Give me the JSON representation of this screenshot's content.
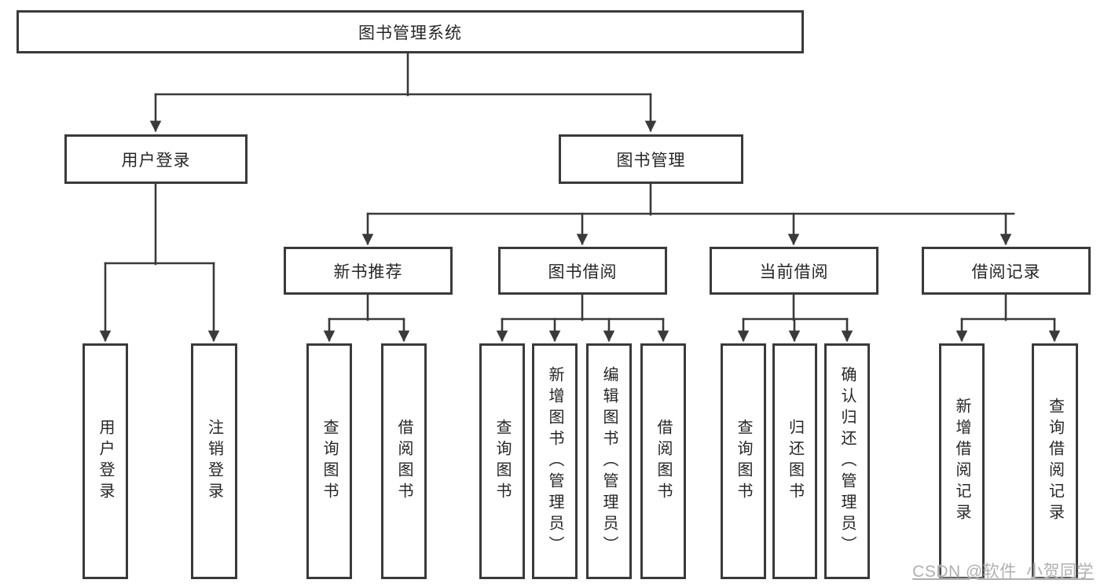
{
  "colors": {
    "line": "#3a3a3a",
    "box_border": "#3a3a3a",
    "box_fill": "#ffffff",
    "text": "#262626",
    "watermark": "#b0b0b0",
    "background": "#ffffff"
  },
  "diagram": {
    "root": {
      "label": "图书管理系统"
    },
    "branches": [
      {
        "label": "用户登录",
        "children": [
          {
            "label": "用户登录"
          },
          {
            "label": "注销登录"
          }
        ]
      },
      {
        "label": "图书管理",
        "children": [
          {
            "label": "新书推荐",
            "children": [
              {
                "label": "查询图书"
              },
              {
                "label": "借阅图书"
              }
            ]
          },
          {
            "label": "图书借阅",
            "children": [
              {
                "label": "查询图书"
              },
              {
                "label": "新增图书（管理员）"
              },
              {
                "label": "编辑图书（管理员）"
              },
              {
                "label": "借阅图书"
              }
            ]
          },
          {
            "label": "当前借阅",
            "children": [
              {
                "label": "查询图书"
              },
              {
                "label": "归还图书"
              },
              {
                "label": "确认归还（管理员）"
              }
            ]
          },
          {
            "label": "借阅记录",
            "children": [
              {
                "label": "新增借阅记录"
              },
              {
                "label": "查询借阅记录"
              }
            ]
          }
        ]
      }
    ]
  },
  "watermark": {
    "text": "CSDN @软件_小贺同学"
  }
}
